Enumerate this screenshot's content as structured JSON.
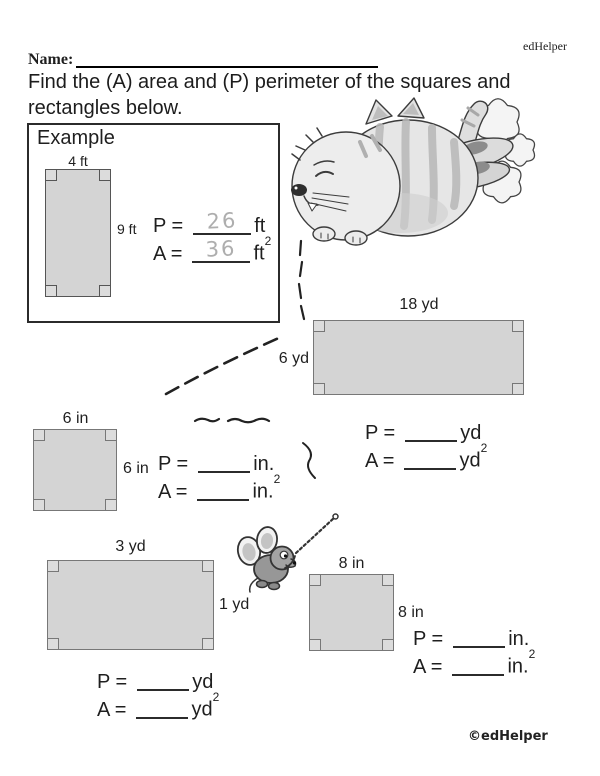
{
  "page": {
    "brand": "edHelper",
    "copyright": "©edHelper",
    "name_label": "Name:",
    "instructions_line1": "Find the (A) area and (P) perimeter of the squares and",
    "instructions_line2": "rectangles below."
  },
  "example": {
    "title": "Example",
    "width_label": "4 ft",
    "side_label": "9 ft",
    "p_label": "P =",
    "p_value": "26",
    "p_unit": "ft",
    "a_label": "A =",
    "a_value": "36",
    "a_unit": "ft",
    "a_sup": "2"
  },
  "problems": [
    {
      "shape": "rectangle",
      "width_label": "18 yd",
      "side_label": "6 yd",
      "p_label": "P =",
      "p_unit": "yd",
      "a_label": "A =",
      "a_unit": "yd",
      "a_sup": "2"
    },
    {
      "shape": "square",
      "width_label": "6 in",
      "side_label": "6 in",
      "p_label": "P =",
      "p_unit": "in.",
      "a_label": "A =",
      "a_unit": "in.",
      "a_sup": "2"
    },
    {
      "shape": "rectangle",
      "width_label": "3 yd",
      "side_label": "1 yd",
      "p_label": "P =",
      "p_unit": "yd",
      "a_label": "A =",
      "a_unit": "yd",
      "a_sup": "2"
    },
    {
      "shape": "square",
      "width_label": "8 in",
      "side_label": "8 in",
      "p_label": "P =",
      "p_unit": "in.",
      "a_label": "A =",
      "a_unit": "in.",
      "a_sup": "2"
    }
  ],
  "illustrations": {
    "cat": "leaping-cat-with-dust-clouds",
    "mouse": "mouse-holding-chain"
  },
  "colors": {
    "shape_fill": "#d4d4d4",
    "shape_border": "#777777",
    "answer_ink": "#aeaeae",
    "ink": "#1f1f1f"
  }
}
